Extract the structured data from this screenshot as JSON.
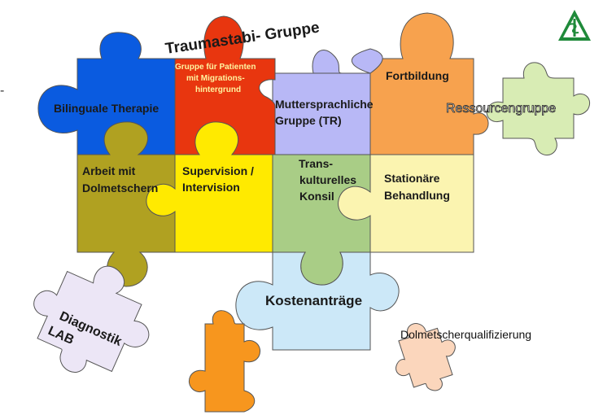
{
  "title": "Traumastabi- Gruppe",
  "colors": {
    "blue": "#0a5be0",
    "red": "#e8360f",
    "lavender": "#b8b8f6",
    "orange_top": "#f7a24e",
    "olive": "#b0a121",
    "yellow": "#ffea00",
    "sage": "#a9cd86",
    "cream": "#fbf4b0",
    "lightblue": "#cce8f8",
    "lightgreen": "#d8ecb4",
    "orange": "#f7961e",
    "peach": "#fbd6bc",
    "lilac": "#ece6f6",
    "logo_green": "#1f8a3a"
  },
  "pieces": {
    "bilingual": {
      "label": "Bilinguale Therapie"
    },
    "migration": {
      "line1": "Gruppe für Patienten",
      "line2": "mit Migrations-",
      "line3": "hintergrund"
    },
    "mother": {
      "line1": "Muttersprachliche",
      "line2": "Gruppe (TR)"
    },
    "training": {
      "label": "Fortbildung"
    },
    "resources": {
      "label": "Ressourcengruppe"
    },
    "interpreters": {
      "line1": "Arbeit mit",
      "line2": "Dolmetschern"
    },
    "supervision": {
      "line1": "Supervision /",
      "line2": "Intervision"
    },
    "transcultural": {
      "line1": "Trans-",
      "line2": "kulturelles",
      "line3": "Konsil"
    },
    "inpatient": {
      "line1": "Stationäre",
      "line2": "Behandlung"
    },
    "costs": {
      "label": "Kostenanträge"
    },
    "diagnostics": {
      "line1": "Diagnostik",
      "line2": "LAB"
    },
    "qualification": {
      "label": "Dolmetscherqualifizierung"
    }
  },
  "logo_icon": "medical-cross-logo"
}
